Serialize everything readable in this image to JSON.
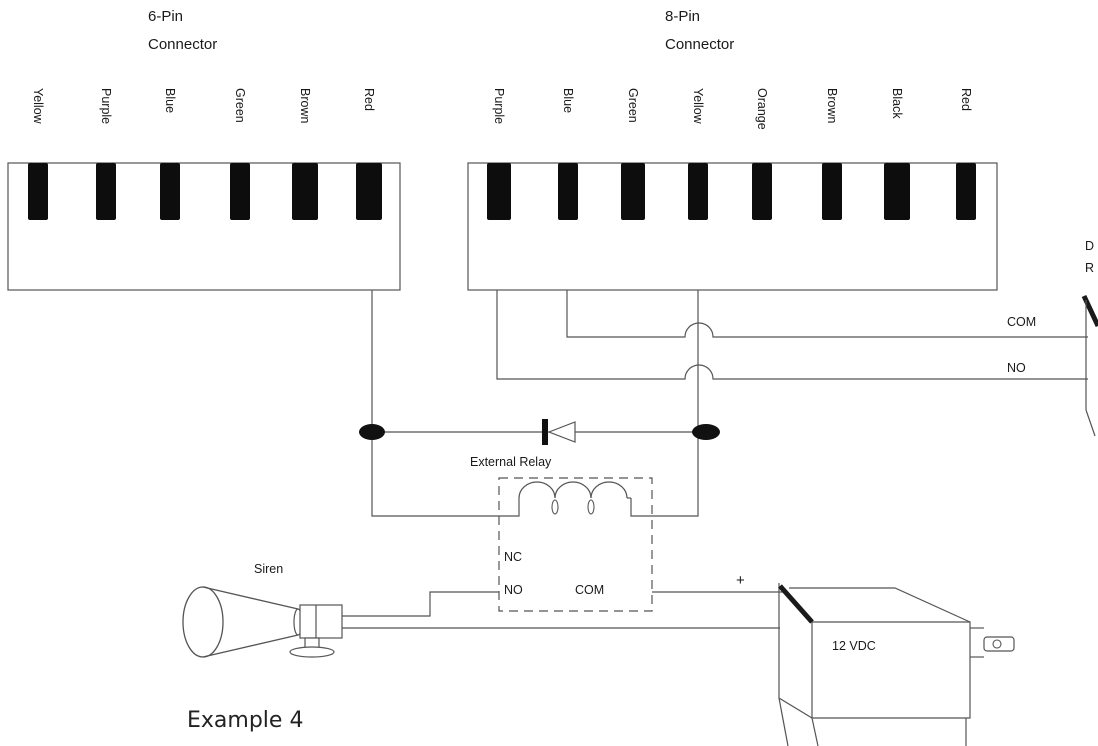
{
  "connector6": {
    "title_line1": "6-Pin",
    "title_line2": "Connector",
    "wires": [
      "Yellow",
      "Purple",
      "Blue",
      "Green",
      "Brown",
      "Red"
    ]
  },
  "connector8": {
    "title_line1": "8-Pin",
    "title_line2": "Connector",
    "wires": [
      "Purple",
      "Blue",
      "Green",
      "Yellow",
      "Orange",
      "Brown",
      "Black",
      "Red"
    ]
  },
  "right_device": {
    "label_line1": "D",
    "label_line2": "R",
    "com_label": "COM",
    "no_label": "NO"
  },
  "relay": {
    "title": "External Relay",
    "nc_label": "NC",
    "no_label": "NO",
    "com_label": "COM"
  },
  "siren": {
    "label": "Siren"
  },
  "battery": {
    "label": "12 VDC",
    "plus": "+"
  },
  "caption": "Example  4"
}
